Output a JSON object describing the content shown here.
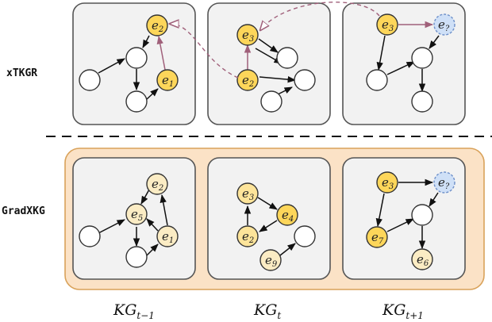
{
  "rows": [
    {
      "label": "xTKGR"
    },
    {
      "label": "GradXKG"
    }
  ],
  "columns": [
    {
      "base": "KG",
      "sub": "t−1"
    },
    {
      "base": "KG",
      "sub": "t"
    },
    {
      "base": "KG",
      "sub": "t+1"
    }
  ],
  "entities": {
    "e1": {
      "base": "e",
      "sub": "1"
    },
    "e2": {
      "base": "e",
      "sub": "2"
    },
    "e3": {
      "base": "e",
      "sub": "3"
    },
    "e4": {
      "base": "e",
      "sub": "4"
    },
    "e5": {
      "base": "e",
      "sub": "5"
    },
    "e6": {
      "base": "e",
      "sub": "6"
    },
    "e7": {
      "base": "e",
      "sub": "7"
    },
    "e9": {
      "base": "e",
      "sub": "9"
    },
    "eq": {
      "base": "e",
      "sub": "?"
    }
  },
  "colors": {
    "panel_fill": "#f2f2f2",
    "highlight_box_fill": "#fbe2c6",
    "highlight_box_stroke": "#d9a25a",
    "yellow_strong": "#fdd65a",
    "yellow_medium": "#fde49a",
    "yellow_light": "#fbecc4",
    "query_fill": "#cfe0f7",
    "query_stroke": "#6d8fc9",
    "attention_edge": "#a0607a"
  }
}
